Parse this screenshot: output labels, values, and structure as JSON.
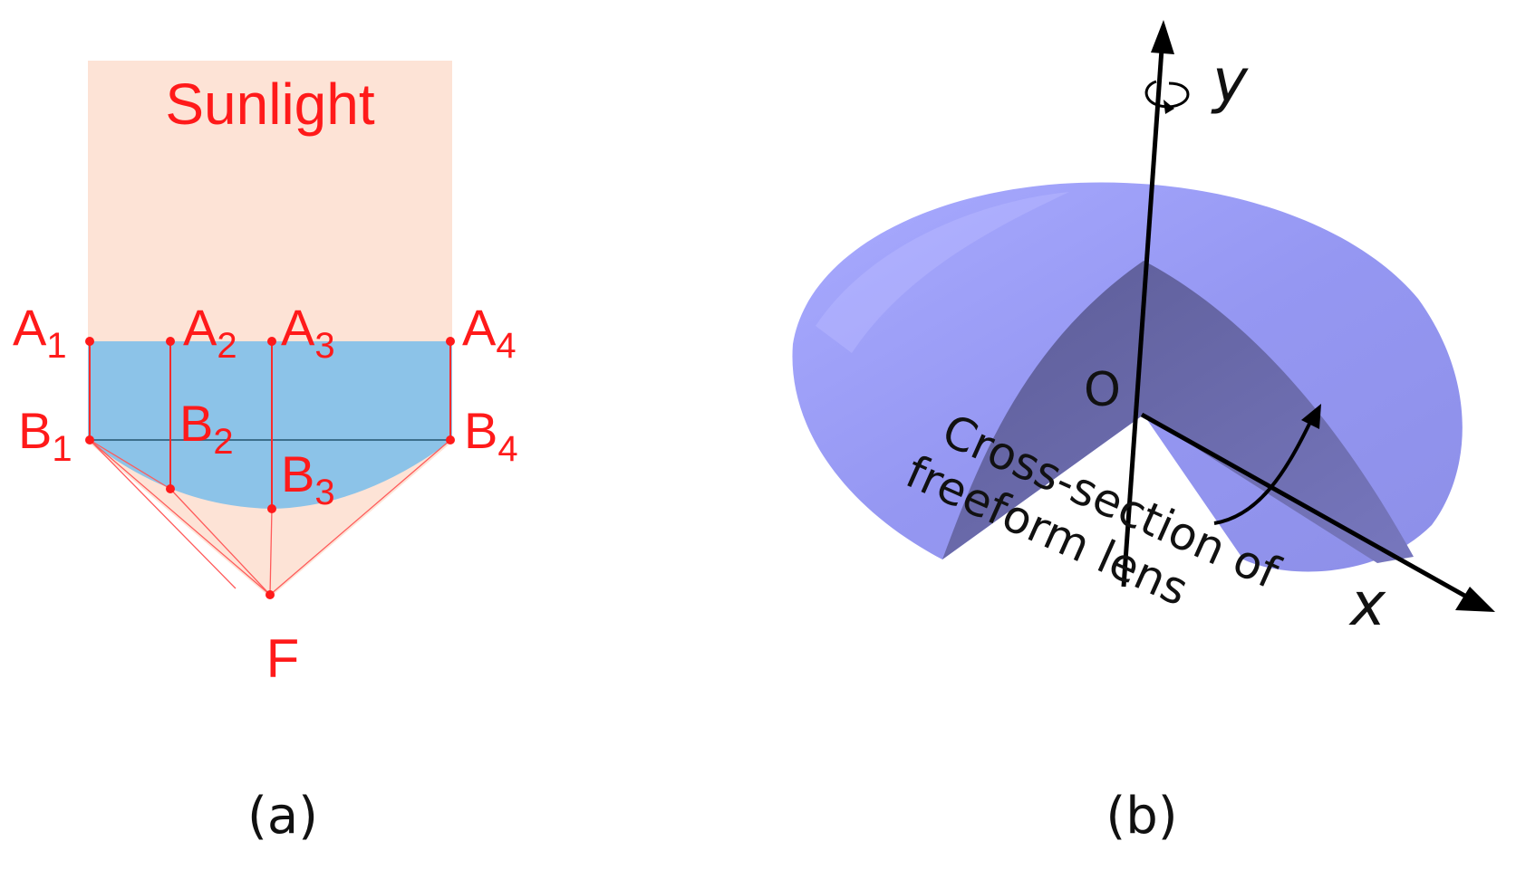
{
  "panel_a": {
    "sunlight_label": "Sunlight",
    "caption": "(a)",
    "points": {
      "A1": {
        "letter": "A",
        "sub": "1"
      },
      "A2": {
        "letter": "A",
        "sub": "2"
      },
      "A3": {
        "letter": "A",
        "sub": "3"
      },
      "A4": {
        "letter": "A",
        "sub": "4"
      },
      "B1": {
        "letter": "B",
        "sub": "1"
      },
      "B2": {
        "letter": "B",
        "sub": "2"
      },
      "B3": {
        "letter": "B",
        "sub": "3"
      },
      "B4": {
        "letter": "B",
        "sub": "4"
      },
      "F": "F"
    },
    "colors": {
      "sunlight": "#fde3d6",
      "lens": "#8cc3e8",
      "labels": "#ff1a1a"
    }
  },
  "panel_b": {
    "axis_y": "y",
    "axis_x": "x",
    "origin": "O",
    "cross_section_line1": "Cross-section of",
    "cross_section_line2": "freeform lens",
    "caption": "(b)",
    "colors": {
      "lens_outer": "#9a9cf5",
      "lens_inner": "#6f6fb0",
      "axes": "#000000"
    }
  }
}
